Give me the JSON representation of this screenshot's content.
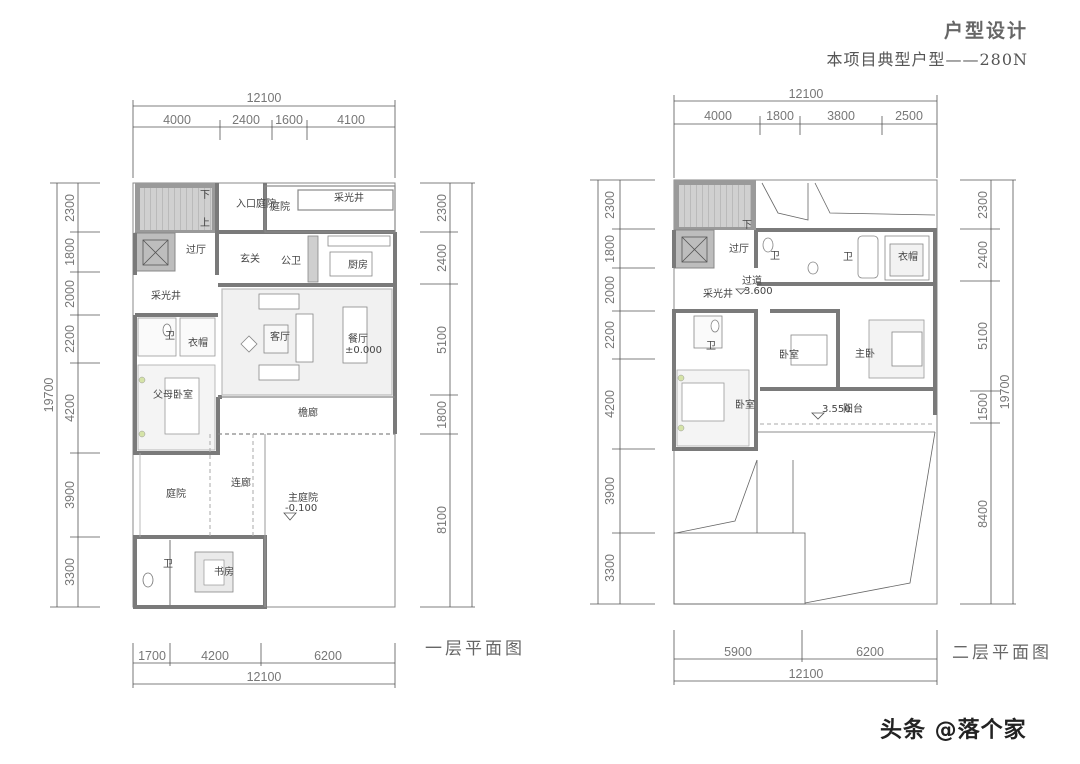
{
  "header": {
    "title": "户型设计",
    "subtitle": "本项目典型户型——280N"
  },
  "watermark": "头条 @落个家",
  "floor1": {
    "label": "一层平面图",
    "top_total": "12100",
    "top_segments": [
      "4000",
      "2400",
      "1600",
      "4100"
    ],
    "left_total": "19700",
    "left_segments": [
      "2300",
      "1800",
      "2000",
      "2200",
      "4200",
      "3900",
      "3300"
    ],
    "right_segments": [
      "2300",
      "2400",
      "5100",
      "1800",
      "8100"
    ],
    "bottom_segments": [
      "1700",
      "4200",
      "6200"
    ],
    "bottom_total": "12100",
    "rooms": {
      "entry_court": "入口庭院",
      "courtyard_top": "庭院",
      "light_well_top": "采光井",
      "hall": "过厅",
      "foyer": "玄关",
      "public_wc": "公卫",
      "kitchen": "厨房",
      "light_well_left": "采光井",
      "living": "客厅",
      "dining": "餐厅",
      "dining_level": "±0.000",
      "bath": "卫",
      "closet": "衣帽",
      "parents_bedroom": "父母卧室",
      "veranda": "檐廊",
      "courtyard_bottom": "庭院",
      "corridor": "连廊",
      "main_court": "主庭院",
      "main_court_level": "-0.100",
      "study_bath": "卫",
      "study": "书房",
      "stair_down": "下",
      "stair_up": "上"
    }
  },
  "floor2": {
    "label": "二层平面图",
    "top_total": "12100",
    "top_segments": [
      "4000",
      "1800",
      "3800",
      "2500"
    ],
    "left_segments": [
      "2300",
      "1800",
      "2000",
      "2200",
      "4200",
      "3900",
      "3300"
    ],
    "right_segments": [
      "2300",
      "2400",
      "5100",
      "1500",
      "8400"
    ],
    "right_total": "19700",
    "bottom_segments": [
      "5900",
      "6200"
    ],
    "bottom_total": "12100",
    "rooms": {
      "hall": "过厅",
      "bath_a": "卫",
      "bath_b": "卫",
      "closet": "衣帽",
      "passage": "过道",
      "passage_level": "3.600",
      "light_well": "采光井",
      "bath_c": "卫",
      "bedroom_a": "卧室",
      "master_bedroom": "主卧",
      "bedroom_b": "卧室",
      "balcony": "阳台",
      "balcony_level": "3.550",
      "stair_down": "下"
    }
  }
}
